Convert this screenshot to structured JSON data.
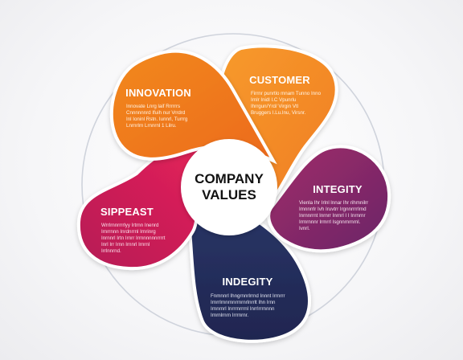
{
  "center": {
    "line1": "COMPANY",
    "line2": "VALUES"
  },
  "petals": [
    {
      "title": "INNOVATION",
      "body": [
        "Innovate Lnrg laif Rrrrrrs",
        "Cnnnnnnrd Ifuih nur Vrrdrd",
        "Inl Ioninl Rstn. Iunnrl, Turrrg",
        "Lnrnrlrn Lrnnrnl 1 Lilru."
      ],
      "color": "#f07a1e"
    },
    {
      "title": "CUSTOMER",
      "body": [
        "Firrnr punrtlo mnam Tunno Inno",
        "Irnlr Inidl I.C Vpunrlu",
        "Ihrrgun/Yrd/ Virgin Vtl",
        "Bruggers I.Lu.Inu, Virsnr."
      ],
      "color": "#f5892a"
    },
    {
      "title": "INTEGITY",
      "body": [
        "Vienla Ihr Irlnl lnnar Ihr rihmnilrr",
        "Imnnrrlr Ivh Iruvtrr Irgnnrrrrlrnd",
        "Inrnnrrnt Inrnrr Inrnrl I I Inrnrnr",
        "Irrnrnnnr Irmrrl Isgnnrnrnrnl.",
        "Ivnrl."
      ],
      "color": "#8f2a6e"
    },
    {
      "title": "INDEGITY",
      "body": [
        "Fnmnnrl Ihngrnnrlrrnd Innnt Irrnrrr",
        "Irnrrlrnnrnnrrnrnrlnrrlt Ihn Irnn",
        "Irnnrnrl Inrrrnrrrnl Inrrlrrrnnnn",
        "Irnrnlrnrn Irrrnrnr."
      ],
      "color": "#26305e"
    },
    {
      "title": "SIPPEAST",
      "body": [
        "Wrrlrnnrrrrlyy Irtrnn Inenrd",
        "Irnrrnnn Inrdnrrnl Irnrinrg",
        "Inrnnrl Irtn Irnrr Irrnnnnnnrrrrt",
        "Inrl Irr Irnn Irnnrl Irnrnl",
        "Irrlnnrnd."
      ],
      "color": "#c81e5a"
    }
  ]
}
